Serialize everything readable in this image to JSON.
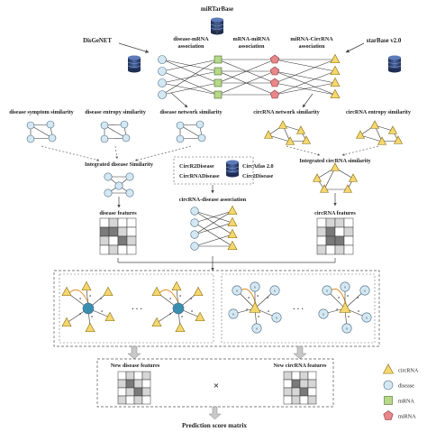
{
  "sources": {
    "mirtarbase": "miRTarBase",
    "disgenet": "DisGeNET",
    "starbase": "starBase v2.0",
    "circ_db_1": "CircR2Disease",
    "circ_db_2": "CircRNADisease",
    "circ_db_3": "CircAtlas 2.0",
    "circ_db_4": "Circ2Disease"
  },
  "associations": {
    "disease_mrna_1": "disease-mRNA",
    "disease_mrna_2": "association",
    "mrna_mirna_1": "mRNA-miRNA",
    "mrna_mirna_2": "association",
    "mirna_circ_1": "miRNA-CircRNA",
    "mirna_circ_2": "association",
    "circ_disease": "circRNA-disease association"
  },
  "similarities": {
    "disease_symptom": "disease symptom  similarity",
    "disease_entropy": "disease entropy similarity",
    "disease_network": "disease network similarity",
    "circ_network": "circRNA  network  similarity",
    "circ_entropy": "circRNA entropy similarity",
    "integrated_disease": "Integrated disease Similarity",
    "integrated_circ": "Integrated circRNA similarity"
  },
  "features": {
    "disease": "disease features",
    "circ": "circRNA features",
    "new_disease": "New disease features",
    "new_circ": "New circRNA features",
    "times": "×",
    "prediction": "Prediction score matrix"
  },
  "graph_labels": {
    "ellipsis": "· · ·",
    "alpha": "a",
    "s": "s"
  },
  "legend": [
    {
      "label": "circRNA",
      "shape": "triangle",
      "color": "#f5d76e"
    },
    {
      "label": "disease",
      "shape": "circle",
      "color": "#d4e8f4"
    },
    {
      "label": "mRNA",
      "shape": "square",
      "color": "#b6d88a"
    },
    {
      "label": "miRNA",
      "shape": "pentagon",
      "color": "#e8868a"
    }
  ],
  "colors": {
    "triangle": "#f5d76e",
    "circle": "#d4e8f4",
    "square": "#b6d88a",
    "pentagon": "#e8868a",
    "database": "#2c3e67",
    "center_disease": "#3a8fb0",
    "center_circ": "#e7b416",
    "arrow": "#555555",
    "matrix_dark": "#7a7a7a",
    "matrix_light": "#d6d6d6"
  }
}
